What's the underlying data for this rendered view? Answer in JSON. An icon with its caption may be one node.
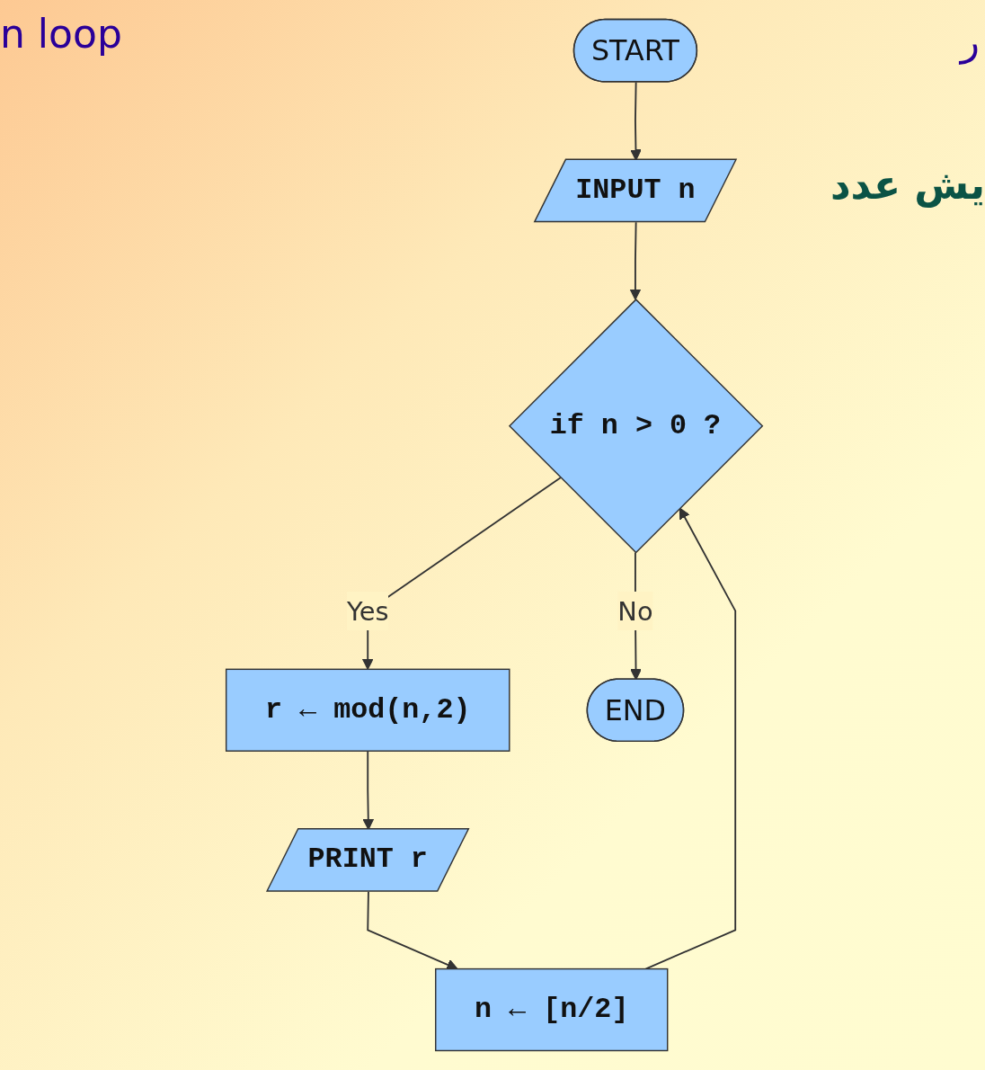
{
  "diagram": {
    "nodes": [
      {
        "text": [
          "START"
        ]
      },
      {
        "text": [
          "INPUT n"
        ]
      },
      {
        "text": [
          "if n > 0 ?"
        ]
      },
      {
        "text": [
          "r ← mod(n,2)"
        ]
      },
      {
        "text": [
          "PRINT r"
        ]
      },
      {
        "text": [
          "n ← [n/2]"
        ]
      },
      {
        "text": [
          "END"
        ]
      }
    ],
    "edges": [
      {
        "from": 0,
        "to": 1,
        "arrow": "to"
      },
      {
        "from": 1,
        "to": 2,
        "arrow": "to"
      },
      {
        "from": 2,
        "to": 3,
        "label": "Yes",
        "arrow": "to"
      },
      {
        "from": 3,
        "to": 4,
        "arrow": "to"
      },
      {
        "from": 4,
        "to": 5,
        "arrow": "to"
      },
      {
        "from": 5,
        "to": 2,
        "arrow": "to"
      },
      {
        "from": 2,
        "to": 6,
        "label": "No",
        "arrow": "to"
      }
    ],
    "labels": [
      "n loop",
      "ر",
      "یش عدد"
    ]
  }
}
